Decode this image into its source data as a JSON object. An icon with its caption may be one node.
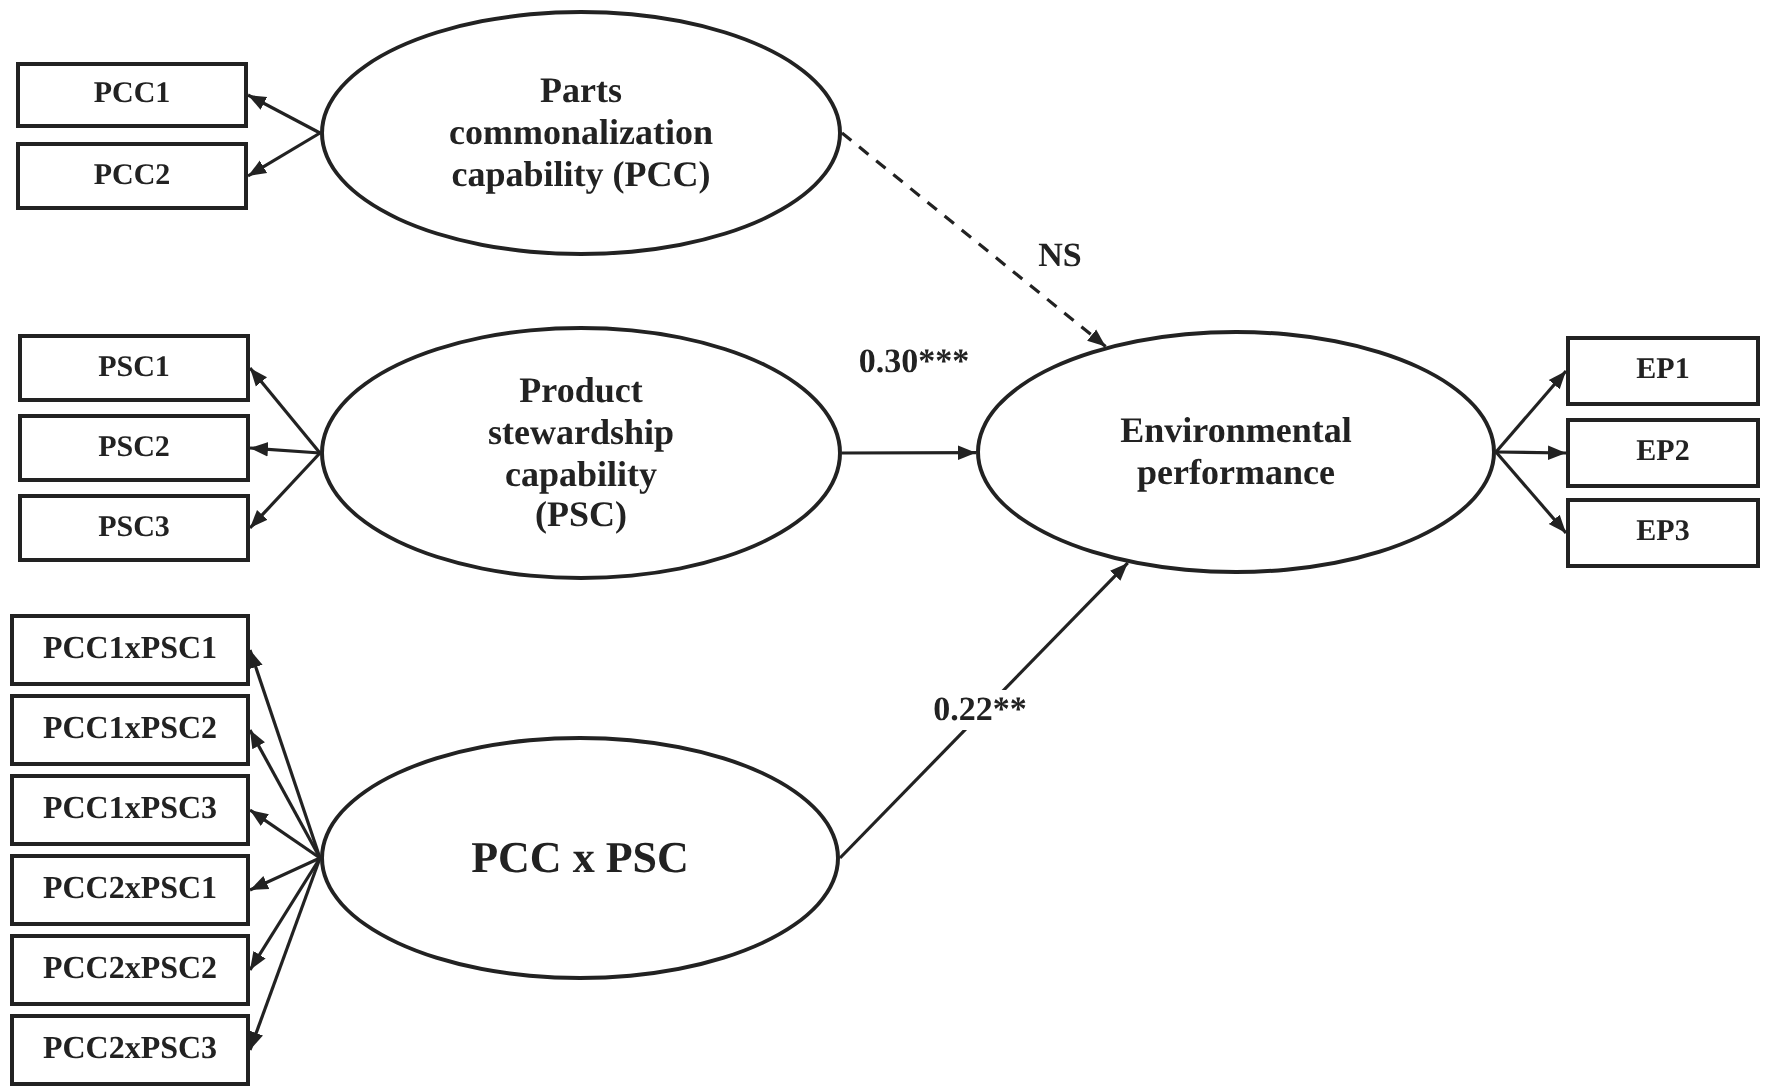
{
  "diagram": {
    "nodes": [
      {
        "text": [
          "PCC1"
        ]
      },
      {
        "text": [
          "PCC2"
        ]
      },
      {
        "text": [
          "Parts commonalization capability (PCC)"
        ]
      },
      {
        "text": [
          "PSC1"
        ]
      },
      {
        "text": [
          "PSC2"
        ]
      },
      {
        "text": [
          "PSC3"
        ]
      },
      {
        "text": [
          "Product stewardship capability (PSC)"
        ]
      },
      {
        "text": [
          "Environmental performance"
        ]
      },
      {
        "text": [
          "EP1"
        ]
      },
      {
        "text": [
          "EP2"
        ]
      },
      {
        "text": [
          "EP3"
        ]
      },
      {
        "text": [
          "PCC1xPSC1"
        ]
      },
      {
        "text": [
          "PCC1xPSC2"
        ]
      },
      {
        "text": [
          "PCC1xPSC3"
        ]
      },
      {
        "text": [
          "PCC2xPSC1"
        ]
      },
      {
        "text": [
          "PCC2xPSC2"
        ]
      },
      {
        "text": [
          "PCC2xPSC3"
        ]
      },
      {
        "text": [
          "PCC x PSC"
        ]
      }
    ],
    "edges": [
      {
        "from": 2,
        "to": 0,
        "arrow": "to"
      },
      {
        "from": 2,
        "to": 1,
        "arrow": "to"
      },
      {
        "from": 6,
        "to": 3,
        "arrow": "to"
      },
      {
        "from": 6,
        "to": 4,
        "arrow": "to"
      },
      {
        "from": 6,
        "to": 5,
        "arrow": "to"
      },
      {
        "from": 2,
        "to": 7,
        "arrow": "to",
        "label": "NS",
        "style": "dashed"
      },
      {
        "from": 6,
        "to": 7,
        "arrow": "to",
        "label": "0.30***"
      },
      {
        "from": 17,
        "to": 7,
        "arrow": "to",
        "label": "0.22**"
      },
      {
        "from": 7,
        "to": 8,
        "arrow": "to"
      },
      {
        "from": 7,
        "to": 9,
        "arrow": "to"
      },
      {
        "from": 7,
        "to": 10,
        "arrow": "to"
      },
      {
        "from": 17,
        "to": 11,
        "arrow": "to"
      },
      {
        "from": 17,
        "to": 12,
        "arrow": "to"
      },
      {
        "from": 17,
        "to": 13,
        "arrow": "to"
      },
      {
        "from": 17,
        "to": 14,
        "arrow": "to"
      },
      {
        "from": 17,
        "to": 15,
        "arrow": "to"
      },
      {
        "from": 17,
        "to": 16,
        "arrow": "to"
      }
    ]
  }
}
